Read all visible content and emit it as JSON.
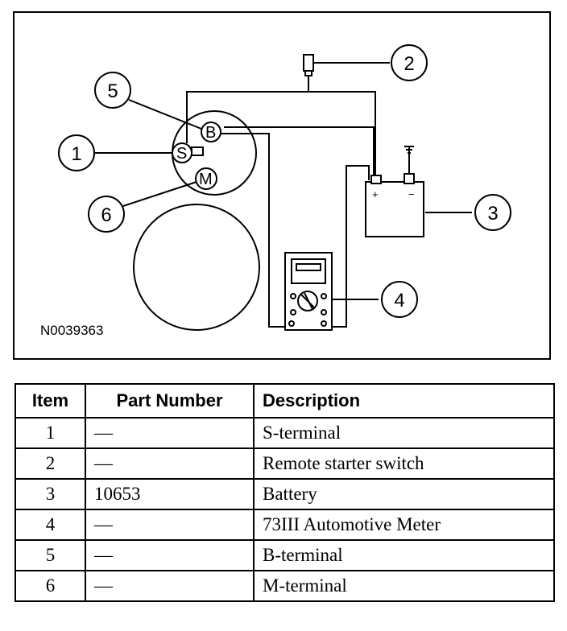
{
  "diagram": {
    "figure_code": "N0039363",
    "callouts": [
      "1",
      "2",
      "3",
      "4",
      "5",
      "6"
    ],
    "terminals": {
      "b": "B",
      "s": "S",
      "m": "M"
    },
    "battery": {
      "positive": "+",
      "negative": "−"
    }
  },
  "table": {
    "headers": {
      "item": "Item",
      "part_number": "Part Number",
      "description": "Description"
    },
    "rows": [
      {
        "item": "1",
        "part_number": "—",
        "description": "S-terminal"
      },
      {
        "item": "2",
        "part_number": "—",
        "description": "Remote starter switch"
      },
      {
        "item": "3",
        "part_number": "10653",
        "description": "Battery"
      },
      {
        "item": "4",
        "part_number": "—",
        "description": "73III Automotive Meter"
      },
      {
        "item": "5",
        "part_number": "—",
        "description": "B-terminal"
      },
      {
        "item": "6",
        "part_number": "—",
        "description": "M-terminal"
      }
    ]
  }
}
